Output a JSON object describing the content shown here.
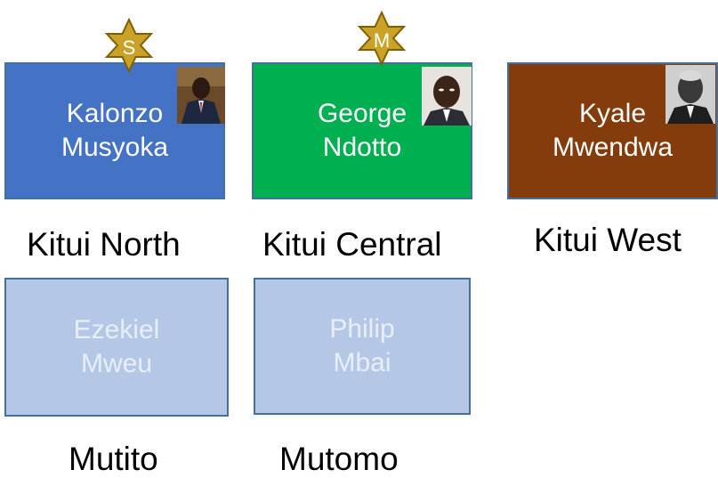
{
  "cards": [
    {
      "first": "Kalonzo",
      "last": "Musyoka",
      "label": "Kitui North",
      "fill": "#4472c4",
      "text_color": "#ffffff",
      "badge": "S"
    },
    {
      "first": "George",
      "last": "Ndotto",
      "label": "Kitui Central",
      "fill": "#00b050",
      "text_color": "#ffffff",
      "badge": "M"
    },
    {
      "first": "Kyale",
      "last": "Mwendwa",
      "label": "Kitui West",
      "fill": "#843c0c",
      "text_color": "#ffffff"
    },
    {
      "first": "Ezekiel",
      "last": "Mweu",
      "label": "Mutito",
      "fill": "#b4c7e7",
      "text_color": "#e8eef8"
    },
    {
      "first": "Philip",
      "last": "Mbai",
      "label": "Mutomo",
      "fill": "#b4c7e7",
      "text_color": "#e8eef8"
    }
  ],
  "colors": {
    "badge_fill": "#c9a227",
    "badge_stroke": "#7f6000",
    "card_border": "#41719c"
  }
}
